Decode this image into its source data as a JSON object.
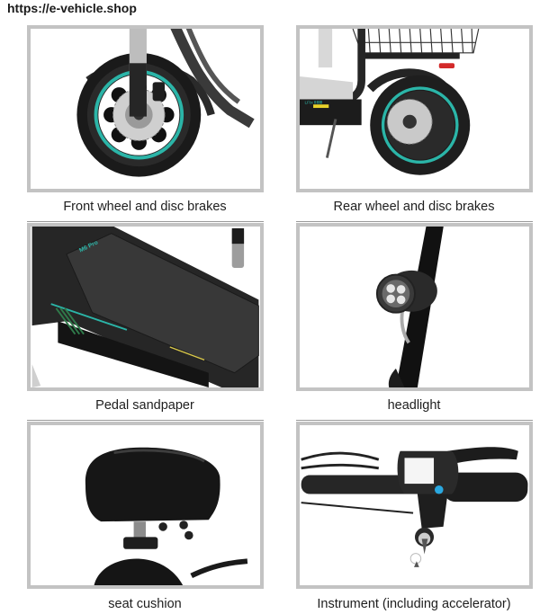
{
  "header": {
    "url_text": "https://e-vehicle.shop"
  },
  "colors": {
    "frame_border": "#c3c3c3",
    "accent_teal": "#2bb5a8",
    "body_black": "#1c1c1c",
    "indicator_blue": "#2aa8e0"
  },
  "panels": [
    {
      "caption": "Front wheel and disc brakes",
      "image": "front-wheel-disc-brake"
    },
    {
      "caption": "Rear wheel and disc brakes",
      "image": "rear-wheel-disc-brake"
    },
    {
      "caption": "Pedal sandpaper",
      "image": "pedal-deck",
      "deck_label": "M6 Pro"
    },
    {
      "caption": "headlight",
      "image": "headlight"
    },
    {
      "caption": "seat cushion",
      "image": "seat-cushion"
    },
    {
      "caption": "Instrument (including accelerator)",
      "image": "handlebar-instrument"
    }
  ]
}
